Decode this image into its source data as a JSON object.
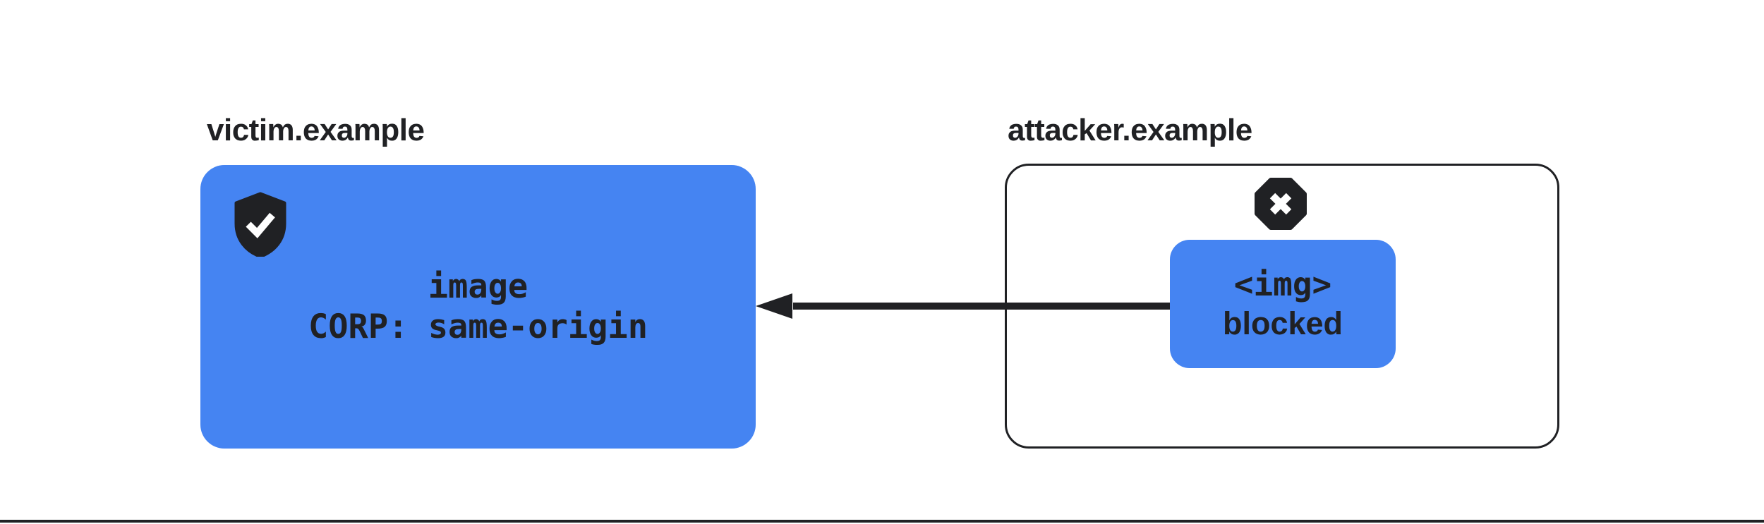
{
  "colors": {
    "box_blue": "#4584F2",
    "ink": "#202124",
    "background": "#ffffff"
  },
  "victim": {
    "domain": "victim.example",
    "icon": "shield-check-icon",
    "lines": [
      "image",
      "CORP: same-origin"
    ]
  },
  "attacker": {
    "domain": "attacker.example",
    "icon": "octagon-x-icon",
    "lines": [
      "<img>",
      "blocked"
    ]
  },
  "arrow": {
    "direction": "right-to-left",
    "from": "attacker.example",
    "to": "victim.example"
  }
}
